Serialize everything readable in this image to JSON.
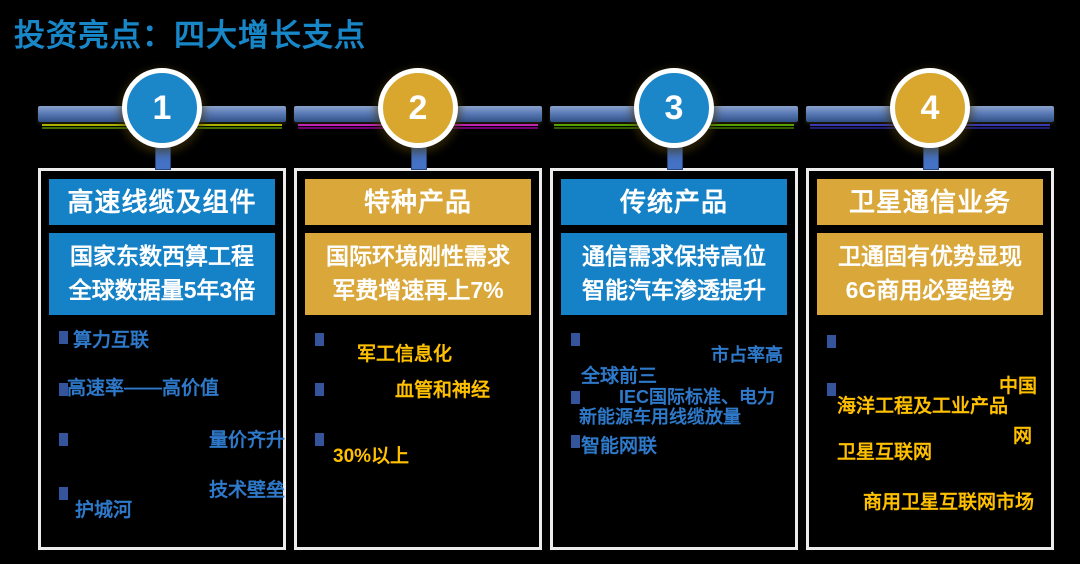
{
  "title": "投资亮点：四大增长支点",
  "colors": {
    "title_blue": "#1787C8",
    "header_blue": "#1581C6",
    "header_gold": "#D9A73A",
    "fragment_blue": "#2E79C9",
    "fragment_gold": "#FFC000",
    "bullet_navy": "#34549C"
  },
  "columns": [
    {
      "number": "1",
      "header": "高速线缆及组件",
      "sub_lines": [
        "国家东数西算工程",
        "全球数据量5年3倍"
      ],
      "fragments": [
        {
          "text": "算力互联"
        },
        {
          "text": "高速率——高价值"
        },
        {
          "text": "量价齐升"
        },
        {
          "text": "技术壁垒"
        },
        {
          "text": "护城河"
        }
      ]
    },
    {
      "number": "2",
      "header": "特种产品",
      "sub_lines": [
        "国际环境刚性需求",
        "军费增速再上7%"
      ],
      "fragments": [
        {
          "text": "军工信息化"
        },
        {
          "text": "血管和神经"
        },
        {
          "text": "30%以上"
        }
      ]
    },
    {
      "number": "3",
      "header": "传统产品",
      "sub_lines": [
        "通信需求保持高位",
        "智能汽车渗透提升"
      ],
      "fragments": [
        {
          "text": "市占率高"
        },
        {
          "text": "全球前三"
        },
        {
          "text": "IEC国际标准、电力"
        },
        {
          "text": "新能源车用线缆放量"
        },
        {
          "text": "智能网联"
        }
      ]
    },
    {
      "number": "4",
      "header": "卫星通信业务",
      "sub_lines": [
        "卫通固有优势显现",
        "6G商用必要趋势"
      ],
      "fragments": [
        {
          "text": "中国"
        },
        {
          "text": "海洋工程及工业产品"
        },
        {
          "text": "网"
        },
        {
          "text": "卫星互联网"
        },
        {
          "text": "商用卫星互联网市场"
        }
      ]
    }
  ]
}
